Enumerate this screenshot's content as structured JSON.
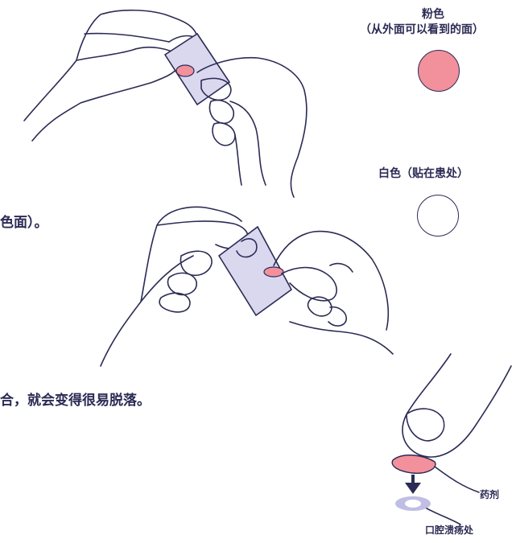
{
  "labels": {
    "pink_title": "粉色",
    "pink_sub": "（从外面可以看到的面）",
    "white_title": "白色（贴在患处）",
    "medicine": "药剂",
    "ulcer": "口腔溃疡处"
  },
  "text": {
    "line1": "色面）。",
    "line2": "合，就会变得很易脱落。"
  },
  "colors": {
    "pink": "#f2909c",
    "ink": "#2b2b55",
    "patch": "#d9d8ef",
    "ulcer_shadow": "#8a88cc"
  }
}
